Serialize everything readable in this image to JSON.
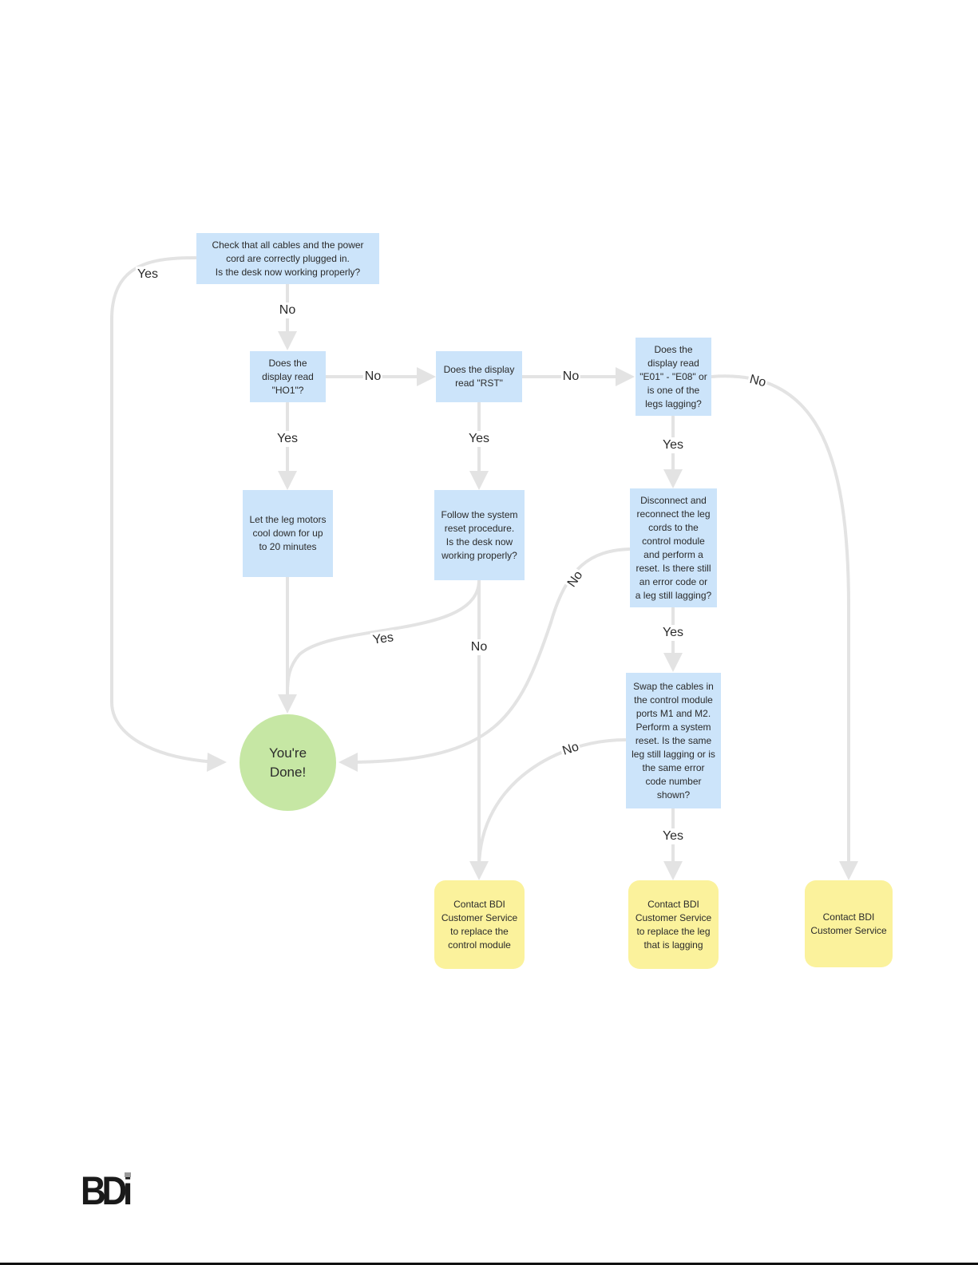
{
  "diagram": {
    "nodes": {
      "check_cables": "Check that all cables and the power\ncord are correctly plugged in.\nIs the desk now working properly?",
      "ho1": "Does the\ndisplay read\n\"HO1\"?",
      "rst": "Does the display\nread \"RST\"",
      "e01": "Does the\ndisplay read\n\"E01\" - \"E08\" or\nis one of the\nlegs lagging?",
      "cool_down": "Let the leg motors\ncool down for up\nto 20 minutes",
      "reset": "Follow the system\nreset procedure.\nIs the desk now\nworking properly?",
      "reconnect": "Disconnect and\nreconnect the leg\ncords to the\ncontrol module\nand perform a\nreset. Is there still\nan error code or\na leg still lagging?",
      "swap": "Swap the cables in\nthe control module\nports M1 and M2.\nPerform a system\nreset. Is the same\nleg still lagging or is\nthe same error\ncode number\nshown?",
      "done": "You're\nDone!",
      "contact_module": "Contact BDI\nCustomer Service\nto replace the\ncontrol module",
      "contact_leg": "Contact BDI\nCustomer Service\nto replace the leg\nthat is lagging",
      "contact_service": "Contact BDI\nCustomer Service"
    },
    "labels": {
      "check_yes": "Yes",
      "check_no": "No",
      "ho1_no": "No",
      "rst_no": "No",
      "e01_no": "No",
      "ho1_yes": "Yes",
      "rst_yes": "Yes",
      "e01_yes": "Yes",
      "reset_yes": "Yes",
      "reset_no": "No",
      "reconnect_no": "No",
      "reconnect_yes": "Yes",
      "swap_no": "No",
      "swap_yes": "Yes"
    }
  },
  "logo": {
    "text": "BDi"
  },
  "colors": {
    "question": "#cce4fa",
    "terminal": "#fbf29c",
    "done": "#c6e7a4",
    "connector": "#e3e3e3"
  }
}
